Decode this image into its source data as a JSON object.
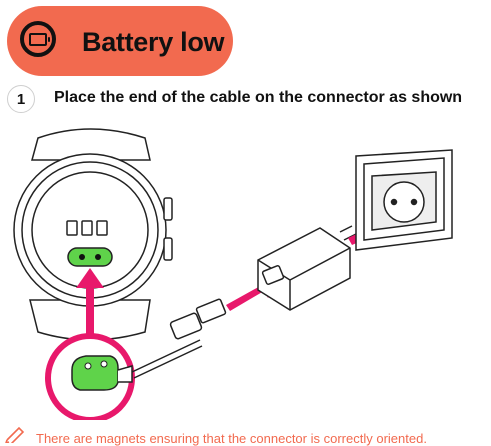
{
  "header": {
    "title": "Battery low",
    "icon": "battery-low-icon",
    "background_color": "#f26a4f"
  },
  "step": {
    "number": "1",
    "text": "Place the end of the cable on the connector as shown"
  },
  "note": {
    "icon": "pencil-note-icon",
    "text": "There are magnets ensuring that the connector is correctly oriented.",
    "color": "#f26a4f"
  },
  "illustration": {
    "accent_color": "#e8186b",
    "connector_color": "#5fd34a"
  }
}
